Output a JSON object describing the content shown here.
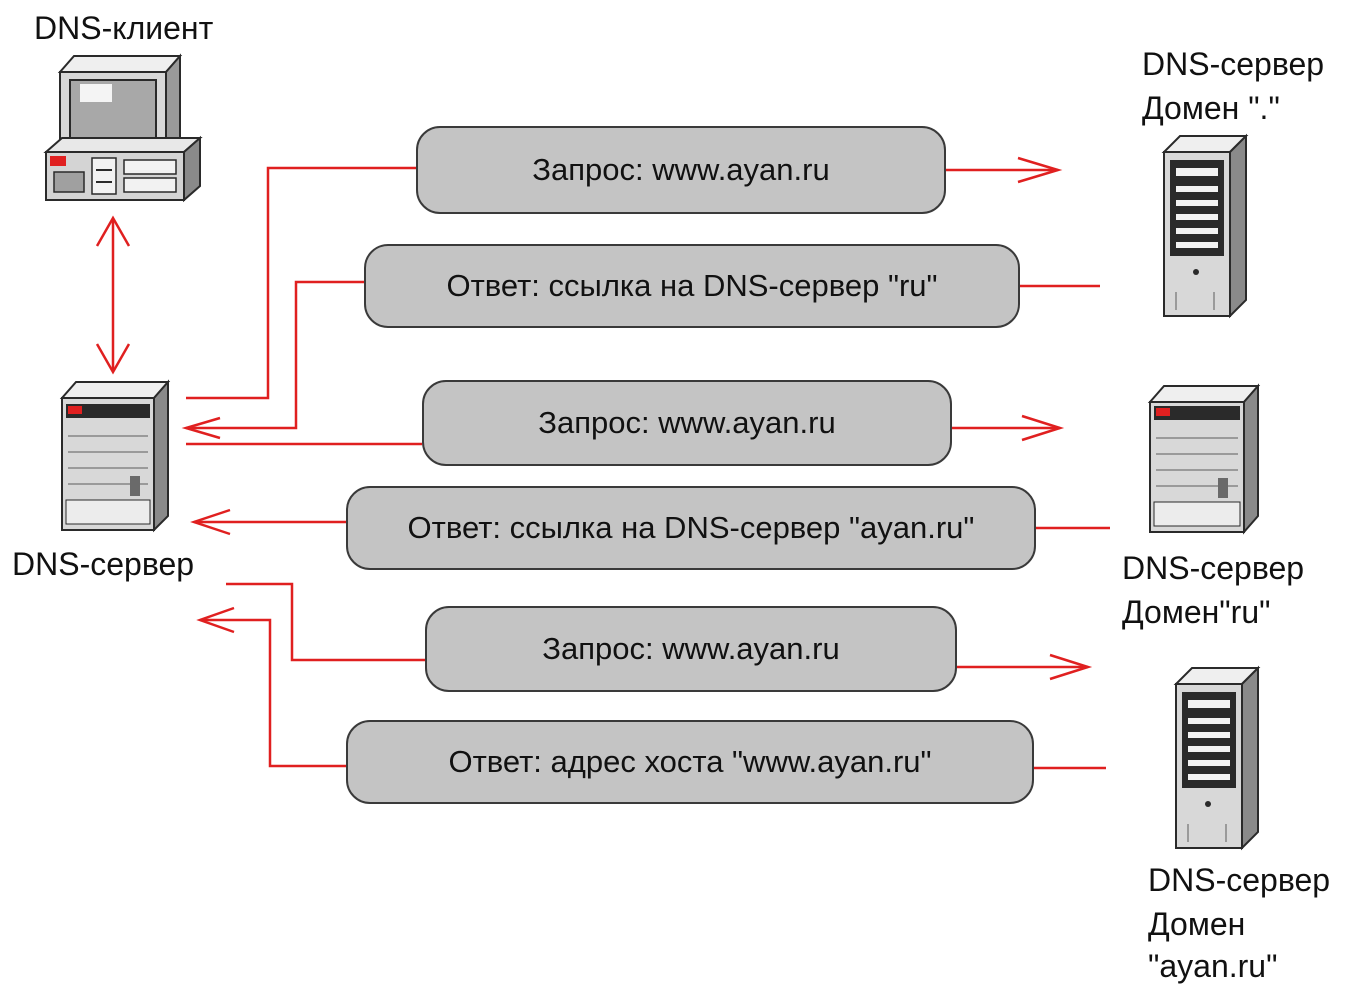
{
  "nodes": {
    "client": {
      "label": "DNS-клиент"
    },
    "local_server": {
      "label": "DNS-сервер"
    },
    "root_server": {
      "line1": "DNS-сервер",
      "line2": "Домен \".\""
    },
    "ru_server": {
      "line1": "DNS-сервер",
      "line2": "Домен\"ru\""
    },
    "ayan_server": {
      "line1": "DNS-сервер",
      "line2": "Домен",
      "line3": "\"ayan.ru\""
    }
  },
  "messages": {
    "q1": "Запрос: www.ayan.ru",
    "a1": "Ответ: ссылка на DNS-сервер \"ru\"",
    "q2": "Запрос: www.ayan.ru",
    "a2": "Ответ: ссылка на DNS-сервер \"ayan.ru\"",
    "q3": "Запрос: www.ayan.ru",
    "a3": "Ответ: адрес хоста \"www.ayan.ru\""
  },
  "colors": {
    "connector": "#e02020",
    "message_fill": "#c4c4c4",
    "message_border": "#3a3a3a",
    "device_body": "#d8d8d8",
    "device_dark": "#2a2a2a"
  }
}
